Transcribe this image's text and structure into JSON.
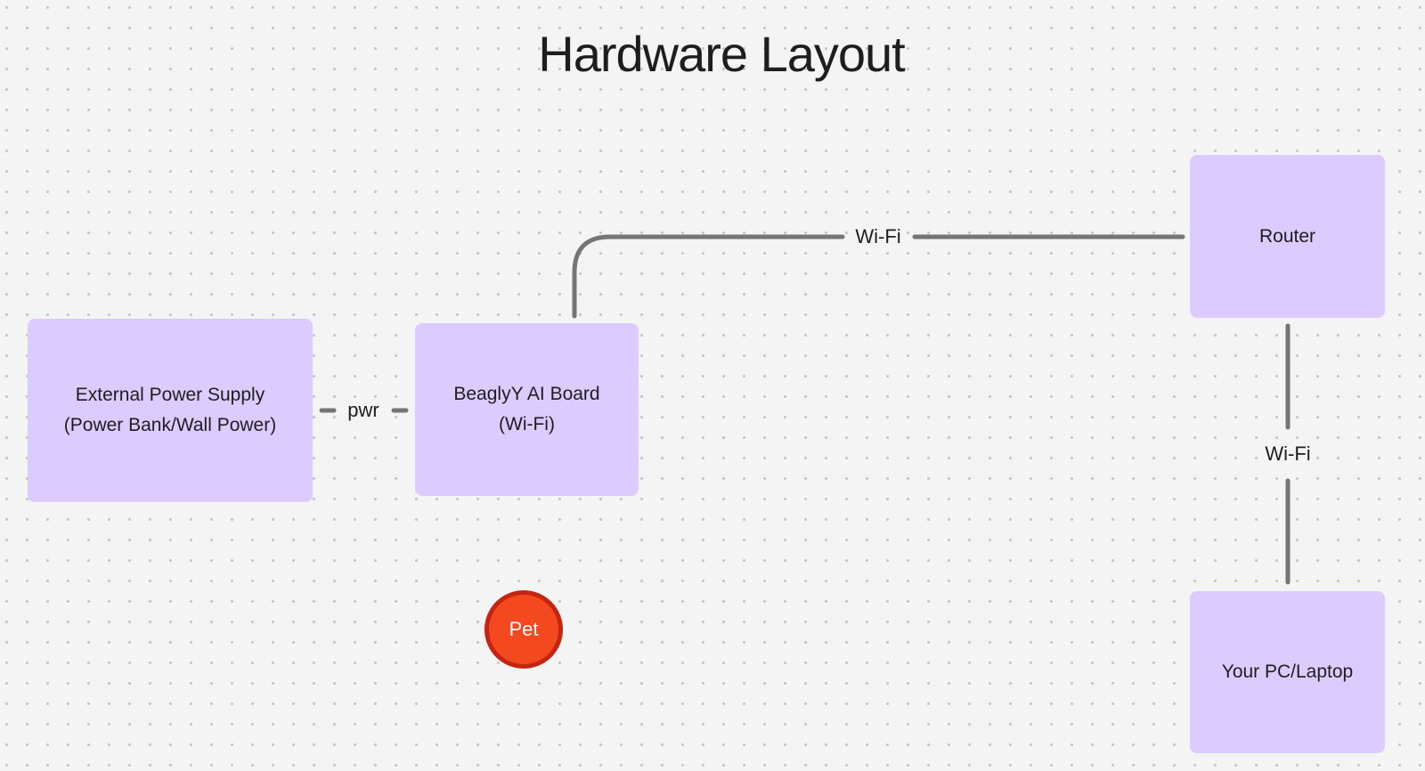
{
  "title": "Hardware Layout",
  "nodes": {
    "power_supply": {
      "line1": "External Power Supply",
      "line2": "(Power Bank/Wall Power)"
    },
    "board": {
      "line1": "BeaglyY AI Board",
      "line2": "(Wi-Fi)"
    },
    "router": {
      "line1": "Router"
    },
    "pc": {
      "line1": "Your PC/Laptop"
    },
    "pet": {
      "label": "Pet"
    }
  },
  "connections": [
    {
      "from": "power_supply",
      "to": "board",
      "label": "pwr"
    },
    {
      "from": "board",
      "to": "router",
      "label": "Wi-Fi"
    },
    {
      "from": "router",
      "to": "pc",
      "label": "Wi-Fi"
    }
  ],
  "colors": {
    "background": "#f4f4f4",
    "node_fill": "#dccbff",
    "connector": "#757575",
    "pet_fill": "#f4491f",
    "pet_border": "#c42510"
  }
}
